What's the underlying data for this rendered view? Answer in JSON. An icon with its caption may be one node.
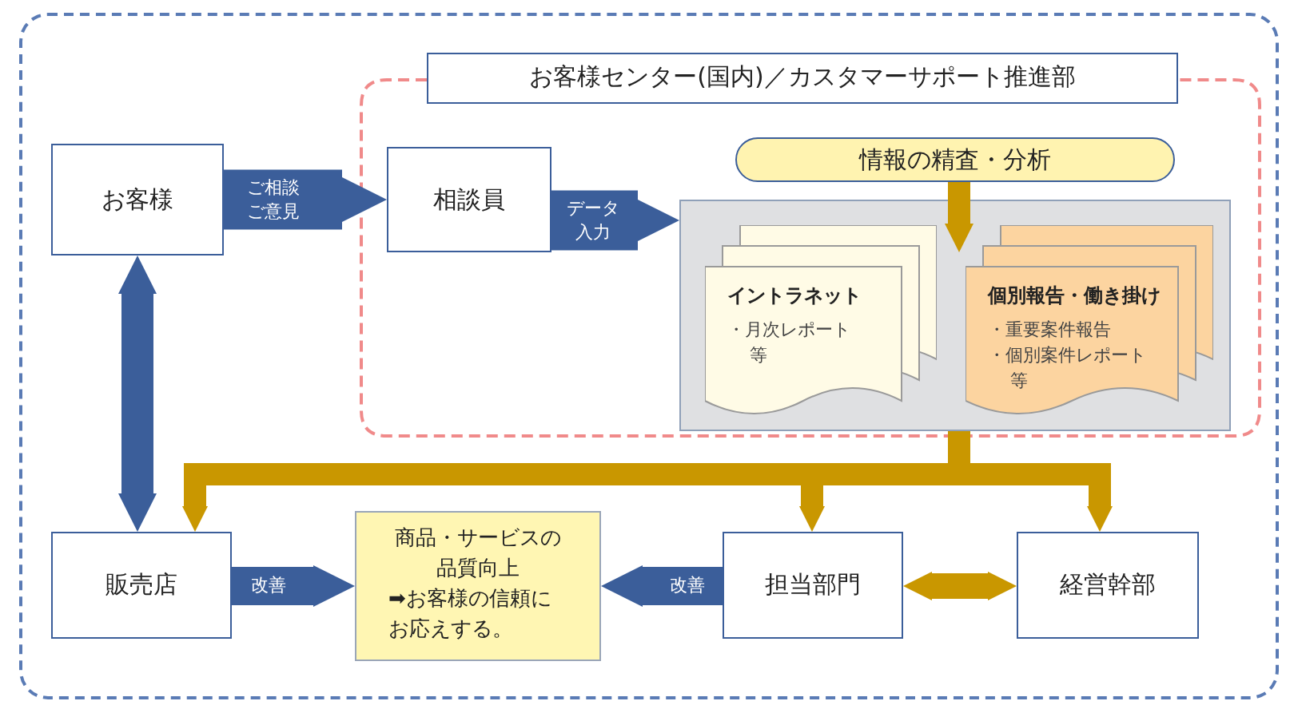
{
  "diagram": {
    "nodes": [
      {
        "text": [
          "お客様センター(国内)／カスタマーサポート推進部"
        ]
      },
      {
        "text": [
          "お客様"
        ]
      },
      {
        "text": [
          "相談員"
        ],
        "in": 0
      },
      {
        "text": [
          "情報の精査・分析"
        ],
        "in": 0
      },
      {
        "text": [],
        "shape": "box",
        "in": 0
      },
      {
        "text": [
          "イントラネット",
          "・月次レポート",
          "等"
        ],
        "in": 4
      },
      {
        "text": [
          "個別報告・働き掛け",
          "・重要案件報告",
          "・個別案件レポート",
          "等"
        ],
        "in": 4
      },
      {
        "text": [
          "販売店"
        ]
      },
      {
        "text": [
          "商品・サービスの品質向上",
          "➡お客様の信頼にお応えする。"
        ]
      },
      {
        "text": [
          "担当部門"
        ]
      },
      {
        "text": [
          "経営幹部"
        ]
      }
    ],
    "edges": [
      {
        "from": 1,
        "to": 2,
        "arrow": "to",
        "label": "ご相談ご意見",
        "style": "thick"
      },
      {
        "from": 2,
        "to": 4,
        "arrow": "to",
        "label": "データ入力",
        "style": "thick"
      },
      {
        "from": 3,
        "to": 4,
        "arrow": "to",
        "color": "#c99700"
      },
      {
        "from": 1,
        "to": 7,
        "arrow": "both"
      },
      {
        "from": 4,
        "to": 7,
        "arrow": "to",
        "color": "#c99700"
      },
      {
        "from": 4,
        "to": 9,
        "arrow": "to",
        "color": "#c99700"
      },
      {
        "from": 4,
        "to": 10,
        "arrow": "to",
        "color": "#c99700"
      },
      {
        "from": 7,
        "to": 8,
        "arrow": "to",
        "label": "改善"
      },
      {
        "from": 9,
        "to": 8,
        "arrow": "to",
        "label": "改善"
      },
      {
        "from": 9,
        "to": 10,
        "arrow": "both",
        "color": "#c99700"
      }
    ]
  }
}
